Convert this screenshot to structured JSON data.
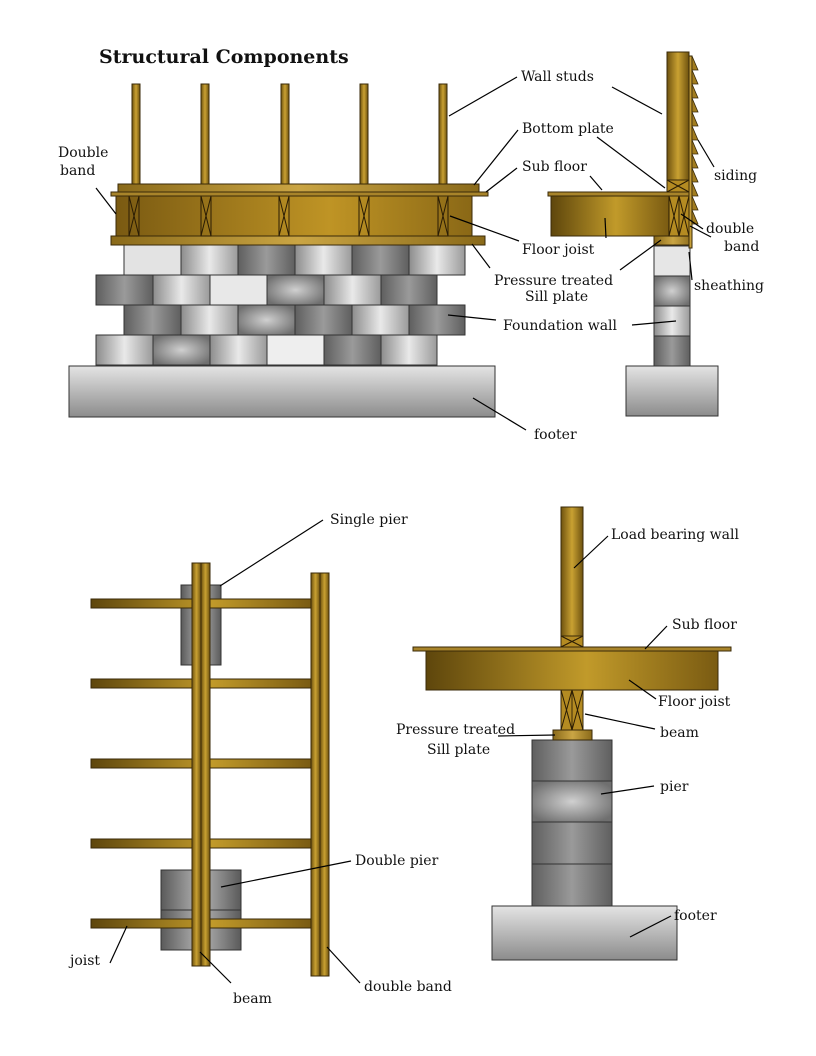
{
  "title": "Structural Components",
  "labels": {
    "wall_studs": "Wall studs",
    "bottom_plate": "Bottom plate",
    "sub_floor_1": "Sub floor",
    "double_band_1a": "Double",
    "double_band_1b": "band",
    "siding": "siding",
    "double_band_2a": "double",
    "double_band_2b": "band",
    "floor_joist_1": "Floor joist",
    "sheathing": "sheathing",
    "sill_1a": "Pressure treated",
    "sill_1b": "Sill plate",
    "foundation_wall": "Foundation wall",
    "footer_1": "footer",
    "single_pier": "Single pier",
    "double_pier": "Double pier",
    "joist": "joist",
    "beam_1": "beam",
    "double_band_3": "double band",
    "load_bearing_wall": "Load bearing wall",
    "sub_floor_2": "Sub floor",
    "floor_joist_2": "Floor joist",
    "beam_2": "beam",
    "sill_2a": "Pressure treated",
    "sill_2b": "Sill plate",
    "pier": "pier",
    "footer_2": "footer"
  },
  "colors": {
    "wood_light": "#c19a2a",
    "wood_dark": "#6e520f",
    "concrete_light": "#e6e6e6",
    "concrete_dark": "#6d6d6d",
    "footer_light": "#d4d4d4",
    "footer_dark": "#8a8a8a"
  }
}
